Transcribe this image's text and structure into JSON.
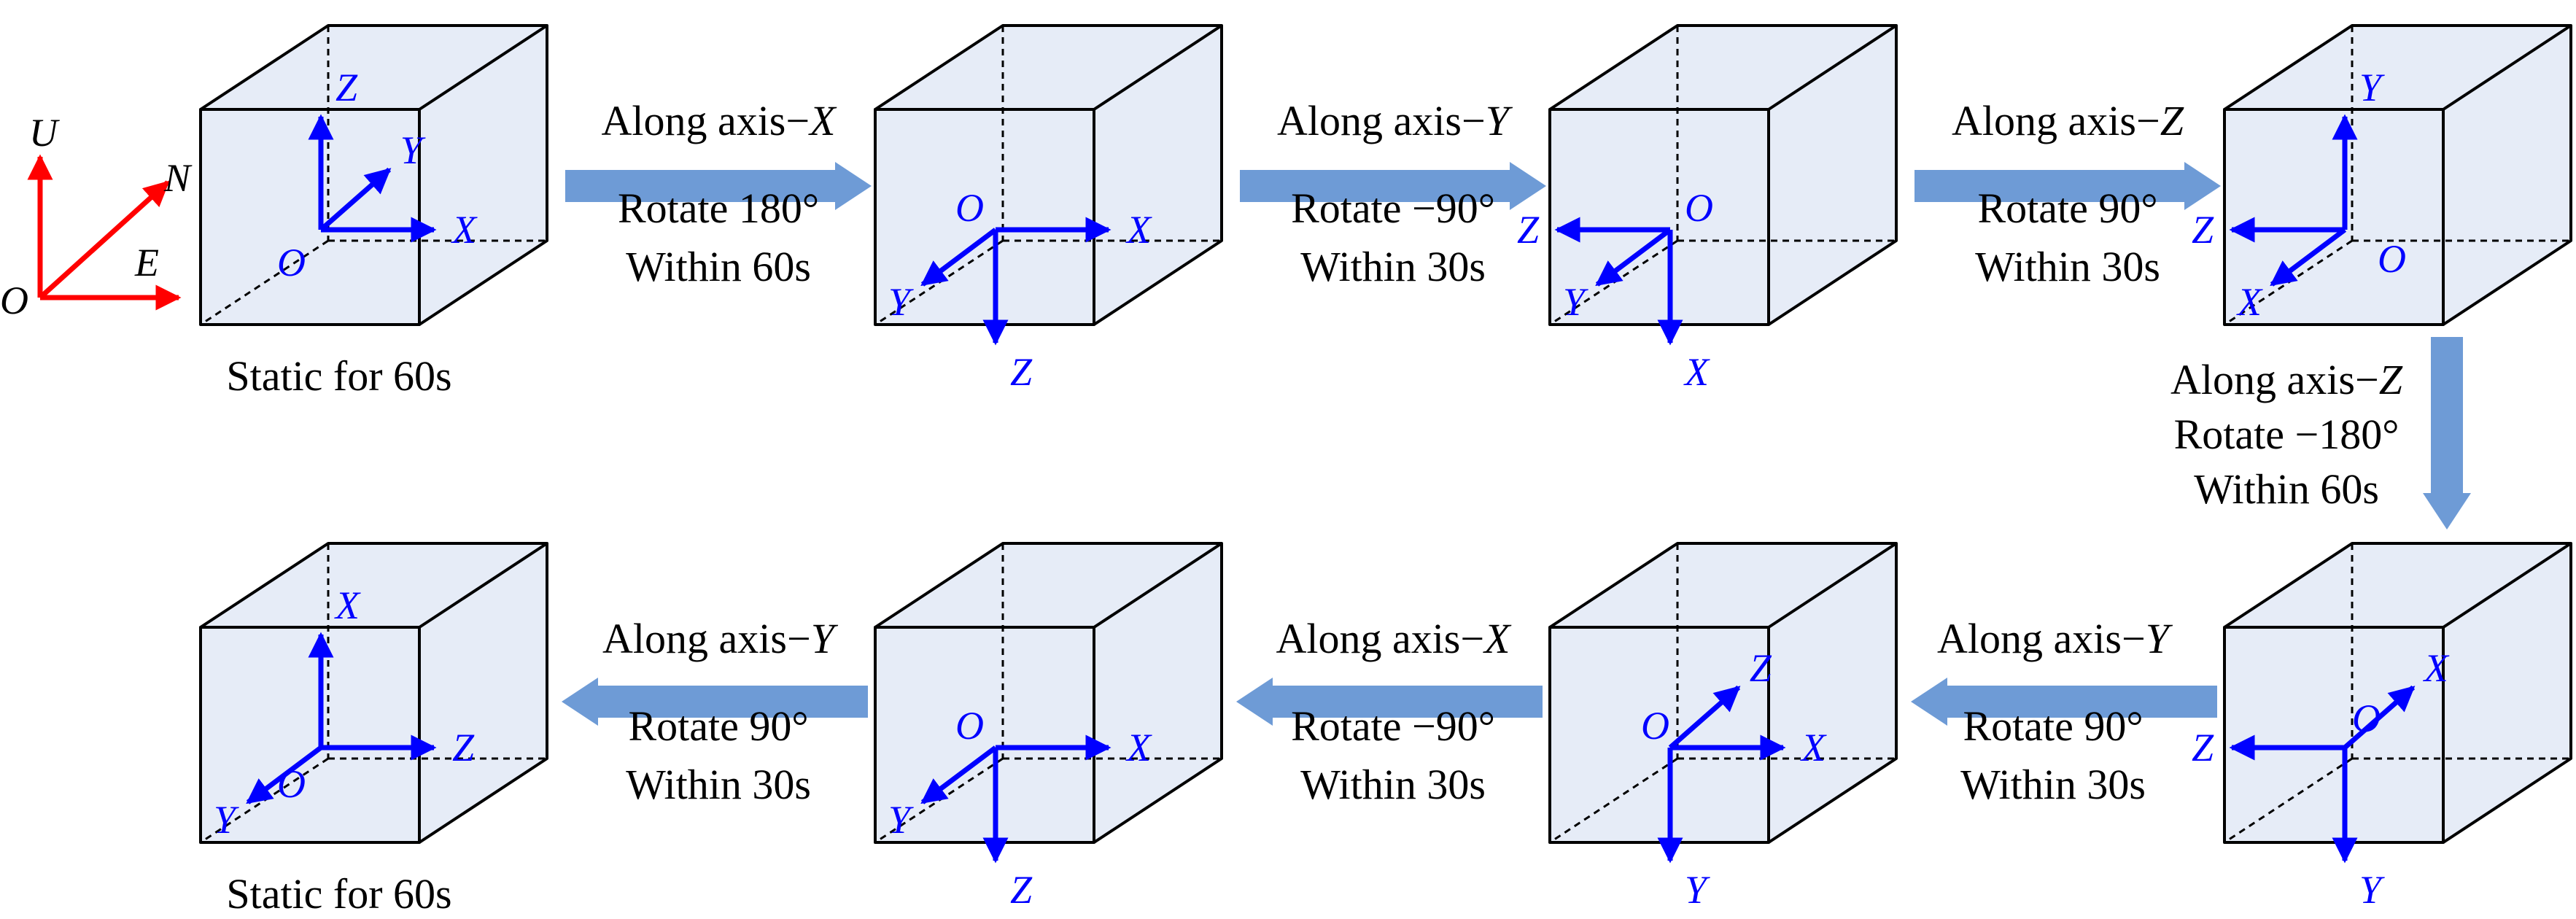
{
  "colors": {
    "cube_face": "#e6ecf7",
    "cube_edge": "#000000",
    "body_axis": "#0000ff",
    "ref_axis": "#ff0000",
    "flow_arrow": "#6e9bd6",
    "text": "#000000"
  },
  "reference_frame": {
    "origin": "O",
    "axes": [
      "U",
      "N",
      "E"
    ]
  },
  "cubes": [
    {
      "origin": "O",
      "axes": [
        {
          "label": "Z",
          "dir": "up"
        },
        {
          "label": "Y",
          "dir": "up-right"
        },
        {
          "label": "X",
          "dir": "right"
        }
      ],
      "caption": "Static for 60s"
    },
    {
      "origin": "O",
      "axes": [
        {
          "label": "X",
          "dir": "right"
        },
        {
          "label": "Y",
          "dir": "down-left"
        },
        {
          "label": "Z",
          "dir": "down"
        }
      ]
    },
    {
      "origin": "O",
      "axes": [
        {
          "label": "Z",
          "dir": "left"
        },
        {
          "label": "Y",
          "dir": "down-left"
        },
        {
          "label": "X",
          "dir": "down"
        }
      ]
    },
    {
      "origin": "O",
      "axes": [
        {
          "label": "Y",
          "dir": "up"
        },
        {
          "label": "Z",
          "dir": "left"
        },
        {
          "label": "X",
          "dir": "down-left"
        }
      ]
    },
    {
      "origin": "O",
      "axes": [
        {
          "label": "X",
          "dir": "up-right"
        },
        {
          "label": "Z",
          "dir": "left"
        },
        {
          "label": "Y",
          "dir": "down"
        }
      ]
    },
    {
      "origin": "O",
      "axes": [
        {
          "label": "Z",
          "dir": "up-right"
        },
        {
          "label": "X",
          "dir": "right"
        },
        {
          "label": "Y",
          "dir": "down"
        }
      ]
    },
    {
      "origin": "O",
      "axes": [
        {
          "label": "X",
          "dir": "right"
        },
        {
          "label": "Y",
          "dir": "down-left"
        },
        {
          "label": "Z",
          "dir": "down"
        }
      ]
    },
    {
      "origin": "O",
      "axes": [
        {
          "label": "X",
          "dir": "up"
        },
        {
          "label": "Z",
          "dir": "right"
        },
        {
          "label": "Y",
          "dir": "down-left"
        }
      ],
      "caption": "Static for 60s"
    }
  ],
  "steps": [
    {
      "line1": "Along axis−",
      "axis": "X",
      "line2": "Rotate 180°",
      "line3": "Within 60s"
    },
    {
      "line1": "Along axis−",
      "axis": "Y",
      "line2": "Rotate −90°",
      "line3": "Within 30s"
    },
    {
      "line1": "Along axis−",
      "axis": "Z",
      "line2": "Rotate 90°",
      "line3": "Within 30s"
    },
    {
      "line1": "Along axis−",
      "axis": "Z",
      "line2": "Rotate −180°",
      "line3": "Within 60s"
    },
    {
      "line1": "Along axis−",
      "axis": "Y",
      "line2": "Rotate 90°",
      "line3": "Within 30s"
    },
    {
      "line1": "Along axis−",
      "axis": "X",
      "line2": "Rotate −90°",
      "line3": "Within 30s"
    },
    {
      "line1": "Along axis−",
      "axis": "Y",
      "line2": "Rotate 90°",
      "line3": "Within 30s"
    }
  ]
}
